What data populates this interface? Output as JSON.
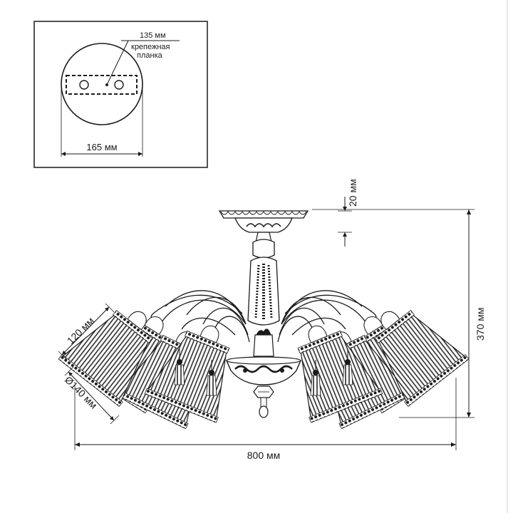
{
  "inset": {
    "width_label": "165 мм",
    "bar_length_label": "135 мм",
    "bar_name_line1": "крепежная",
    "bar_name_line2": "планка"
  },
  "dimensions": {
    "canopy_height": "20 мм",
    "total_height": "370 мм",
    "total_width": "800 мм",
    "shade_height": "120 мм",
    "shade_diameter": "Ø140 мм"
  }
}
